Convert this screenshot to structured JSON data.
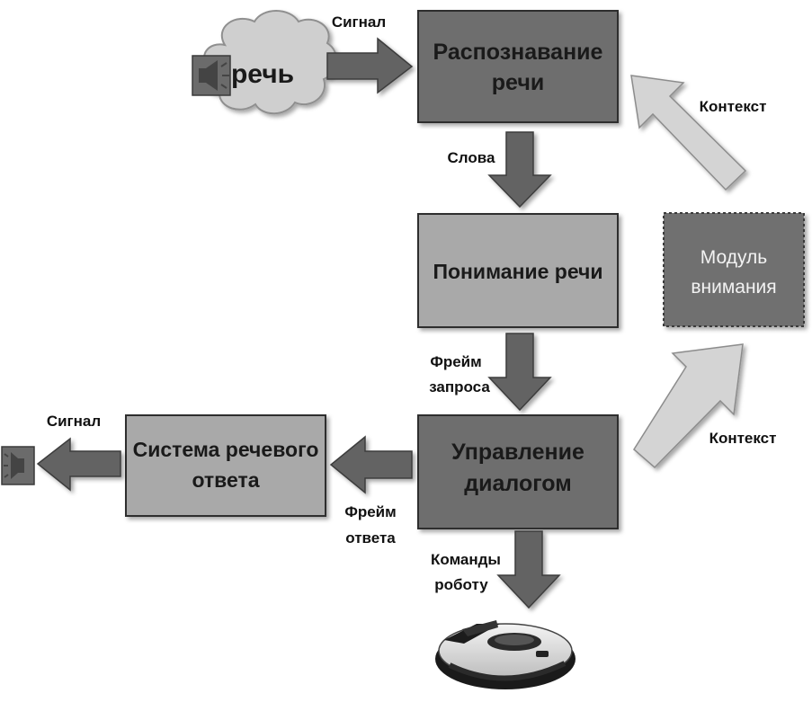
{
  "blocks": {
    "recognition": {
      "line1": "Распознавание",
      "line2": "речи"
    },
    "understanding": {
      "label": "Понимание речи"
    },
    "dialog": {
      "line1": "Управление",
      "line2": "диалогом"
    },
    "response": {
      "line1": "Система речевого",
      "line2": "ответа"
    },
    "attention": {
      "line1": "Модуль",
      "line2": "внимания"
    }
  },
  "speech_cloud": {
    "label": "речь"
  },
  "arrows": {
    "signal_in": "Сигнал",
    "words": "Слова",
    "query_frame": {
      "line1": "Фрейм",
      "line2": "запроса"
    },
    "answer_frame": {
      "line1": "Фрейм",
      "line2": "ответа"
    },
    "robot_commands": {
      "line1": "Команды",
      "line2": "роботу"
    },
    "signal_out": "Сигнал",
    "context_top": "Контекст",
    "context_bottom": "Контекст"
  },
  "colors": {
    "dark_block": "#6e6e6e",
    "light_block": "#a9a9a9",
    "attention_block": "#707070",
    "arrow_dark": "#636363",
    "arrow_light": "#d4d4d4",
    "cloud": "#cfcfcf"
  }
}
